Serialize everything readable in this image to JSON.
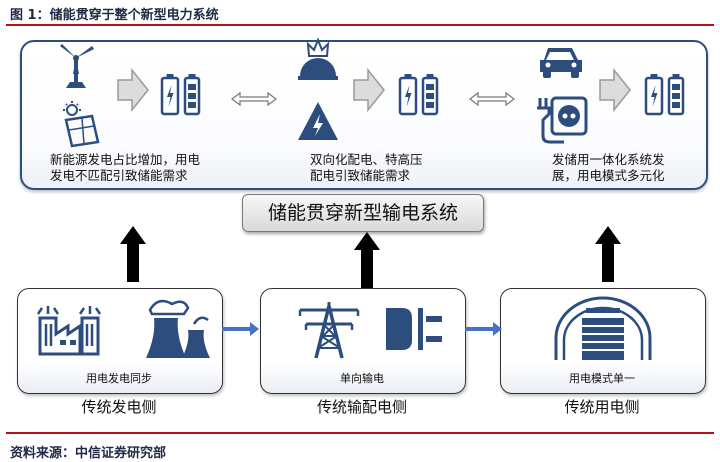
{
  "figure": {
    "title": "图 1：储能贯穿于整个新型电力系统",
    "source": "资料来源：中信证券研究部"
  },
  "top_panel": {
    "descriptions": [
      "新能源发电占比增加，用电",
      "发电不匹配引致储能需求",
      "双向化配电、特高压",
      "配电引致储能需求",
      "发储用一体化系统发",
      "展，用电模式多元化"
    ]
  },
  "banner": {
    "text": "储能贯穿新型输电系统"
  },
  "boxes": [
    {
      "caption": "用电发电同步",
      "label": "传统发电侧"
    },
    {
      "caption": "单向输电",
      "label": "传统输配电侧"
    },
    {
      "caption": "用电模式单一",
      "label": "传统用电侧"
    }
  ],
  "colors": {
    "icon_blue": "#2c4d7e",
    "accent_red": "#b5121b"
  }
}
